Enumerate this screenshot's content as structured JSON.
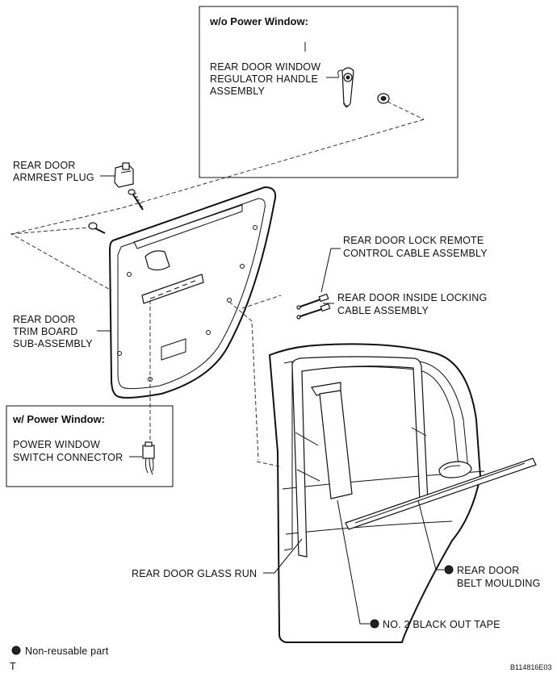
{
  "boxes": {
    "wo_power_window": {
      "header": "w/o Power Window:"
    },
    "w_power_window": {
      "header": "w/ Power Window:"
    }
  },
  "labels": {
    "handle": [
      "REAR DOOR WINDOW",
      "REGULATOR HANDLE",
      "ASSEMBLY"
    ],
    "armrest_plug": [
      "REAR DOOR",
      "ARMREST PLUG"
    ],
    "lock_remote_cable": [
      "REAR DOOR LOCK REMOTE",
      "CONTROL CABLE ASSEMBLY"
    ],
    "inside_locking_cable": [
      "REAR DOOR INSIDE LOCKING",
      "CABLE ASSEMBLY"
    ],
    "trim_board": [
      "REAR DOOR",
      "TRIM BOARD",
      "SUB-ASSEMBLY"
    ],
    "switch_connector": [
      "POWER WINDOW",
      "SWITCH CONNECTOR"
    ],
    "glass_run": "REAR DOOR GLASS RUN",
    "belt_moulding": [
      "REAR DOOR",
      "BELT MOULDING"
    ],
    "black_out_tape": "NO. 2 BLACK OUT TAPE"
  },
  "legend": {
    "symbol": "●",
    "text": "Non-reusable part"
  },
  "footer": {
    "corner_mark": "T",
    "figure_code": "B114816E03"
  },
  "colors": {
    "line": "#111111",
    "background": "#ffffff"
  }
}
